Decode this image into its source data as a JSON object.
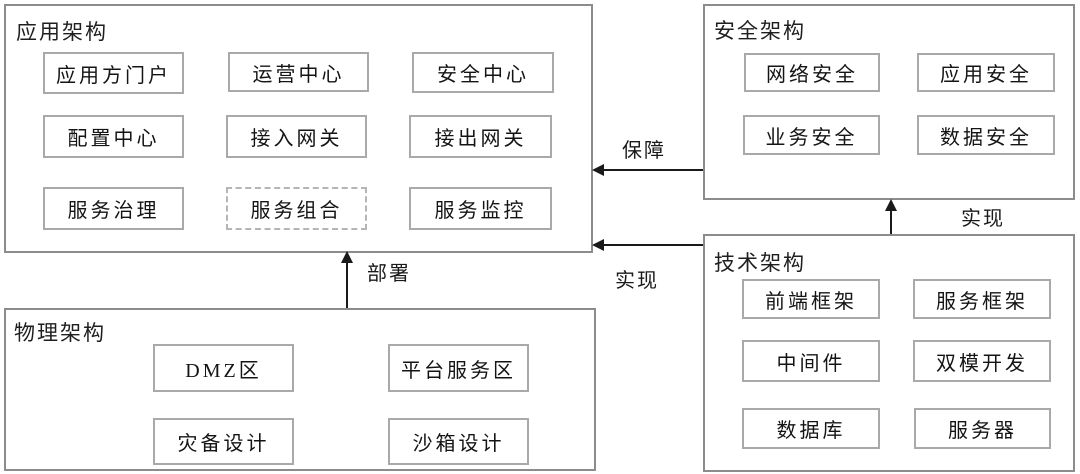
{
  "diagram": {
    "groups": {
      "application": {
        "title": "应用架构",
        "items": [
          {
            "label": "应用方门户"
          },
          {
            "label": "运营中心"
          },
          {
            "label": "安全中心"
          },
          {
            "label": "配置中心"
          },
          {
            "label": "接入网关"
          },
          {
            "label": "接出网关"
          },
          {
            "label": "服务治理"
          },
          {
            "label": "服务组合",
            "style": "dashed"
          },
          {
            "label": "服务监控"
          }
        ]
      },
      "security": {
        "title": "安全架构",
        "items": [
          {
            "label": "网络安全"
          },
          {
            "label": "应用安全"
          },
          {
            "label": "业务安全"
          },
          {
            "label": "数据安全"
          }
        ]
      },
      "technology": {
        "title": "技术架构",
        "items": [
          {
            "label": "前端框架"
          },
          {
            "label": "服务框架"
          },
          {
            "label": "中间件"
          },
          {
            "label": "双模开发"
          },
          {
            "label": "数据库"
          },
          {
            "label": "服务器"
          }
        ]
      },
      "physical": {
        "title": "物理架构",
        "items": [
          {
            "label": "DMZ区"
          },
          {
            "label": "平台服务区"
          },
          {
            "label": "灾备设计"
          },
          {
            "label": "沙箱设计"
          }
        ]
      }
    },
    "relations": {
      "assure": {
        "label": "保障",
        "from": "安全架构",
        "to": "应用架构"
      },
      "realize_app": {
        "label": "实现",
        "from": "技术架构",
        "to": "应用架构"
      },
      "realize_security": {
        "label": "实现",
        "from": "技术架构",
        "to": "安全架构"
      },
      "deploy": {
        "label": "部署",
        "from": "物理架构",
        "to": "应用架构"
      }
    },
    "colors": {
      "group_border": "#8c8c8c",
      "item_border": "#a9a9a9",
      "dashed_item_border": "#b5b5b5",
      "arrow": "#1a1a1a",
      "text": "#1f1f1f",
      "background": "#ffffff"
    }
  }
}
